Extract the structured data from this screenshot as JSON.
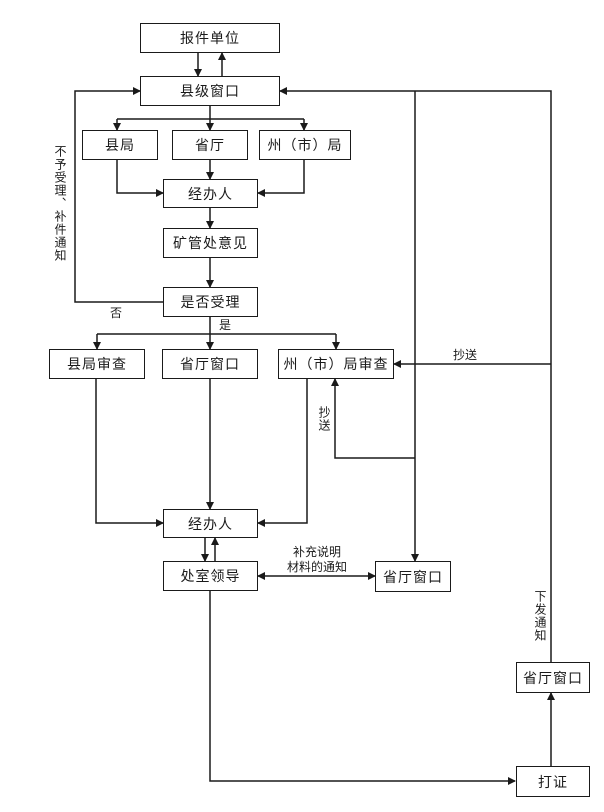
{
  "diagram": {
    "type": "flowchart",
    "nodes": {
      "applicant": "报件单位",
      "county_window": "县级窗口",
      "county_bureau": "县局",
      "province_dept": "省厅",
      "prefecture_bureau": "州（市）局",
      "handler_1": "经办人",
      "mining_opinion": "矿管处意见",
      "accept_decision": "是否受理",
      "county_review": "县局审查",
      "province_window_1": "省厅窗口",
      "prefecture_review": "州（市）局审查",
      "handler_2": "经办人",
      "division_leader": "处室领导",
      "province_window_2": "省厅窗口",
      "province_window_3": "省厅窗口",
      "issue_license": "打证"
    },
    "labels": {
      "reject_notice": "不予受理、补件通知",
      "no": "否",
      "yes": "是",
      "cc_right": "抄送",
      "cc_vertical": "抄送",
      "supplement_notice_line1": "补充说明",
      "supplement_notice_line2": "材料的通知",
      "issue_notice": "下发通知"
    },
    "edges": [
      {
        "from": "applicant",
        "to": "county_window"
      },
      {
        "from": "county_window",
        "to": "applicant"
      },
      {
        "from": "county_window",
        "to": "county_bureau"
      },
      {
        "from": "county_window",
        "to": "province_dept"
      },
      {
        "from": "county_window",
        "to": "prefecture_bureau"
      },
      {
        "from": "county_bureau",
        "to": "handler_1"
      },
      {
        "from": "province_dept",
        "to": "handler_1"
      },
      {
        "from": "prefecture_bureau",
        "to": "handler_1"
      },
      {
        "from": "handler_1",
        "to": "mining_opinion"
      },
      {
        "from": "mining_opinion",
        "to": "accept_decision"
      },
      {
        "from": "accept_decision",
        "to": "county_window",
        "label": "否 / 不予受理、补件通知"
      },
      {
        "from": "accept_decision",
        "to": "county_review",
        "label": "是"
      },
      {
        "from": "accept_decision",
        "to": "province_window_1",
        "label": "是"
      },
      {
        "from": "accept_decision",
        "to": "prefecture_review",
        "label": "是"
      },
      {
        "from": "county_review",
        "to": "handler_2"
      },
      {
        "from": "province_window_1",
        "to": "handler_2"
      },
      {
        "from": "prefecture_review",
        "to": "handler_2"
      },
      {
        "from": "handler_2",
        "to": "division_leader"
      },
      {
        "from": "division_leader",
        "to": "handler_2"
      },
      {
        "from": "division_leader",
        "to": "province_window_2",
        "label": "补充说明材料的通知",
        "bidirectional": true
      },
      {
        "from": "county_window",
        "to": "province_window_2"
      },
      {
        "from": "county_window",
        "to": "prefecture_review",
        "label": "抄送"
      },
      {
        "from": "division_leader",
        "to": "issue_license"
      },
      {
        "from": "issue_license",
        "to": "province_window_3"
      },
      {
        "from": "province_window_3",
        "to": "county_window",
        "label": "下发通知"
      },
      {
        "from": "province_window_3",
        "to": "prefecture_review",
        "label": "抄送"
      }
    ]
  }
}
